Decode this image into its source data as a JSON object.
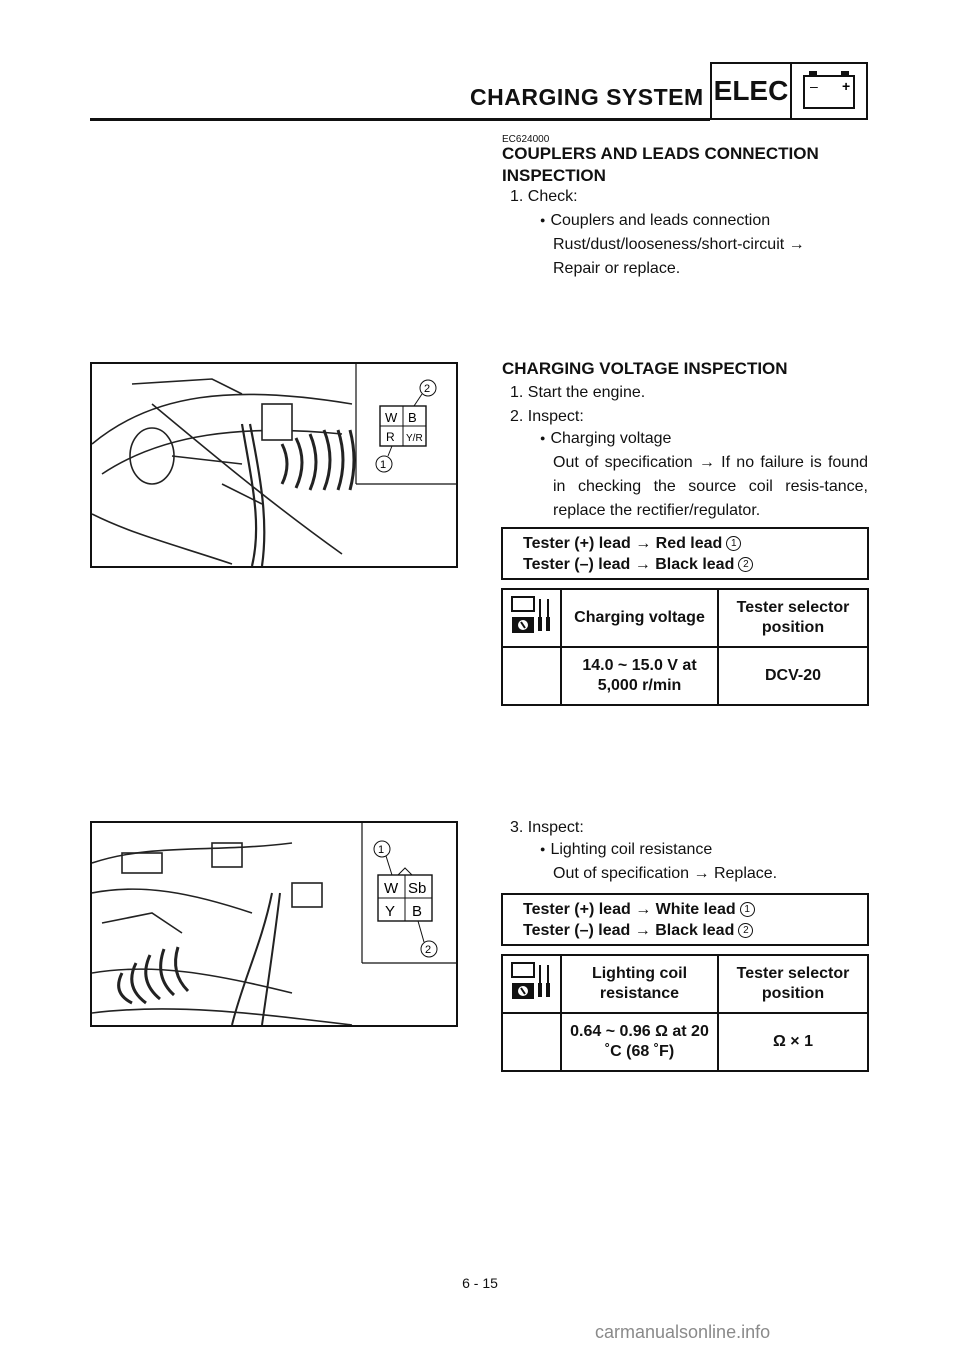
{
  "header": {
    "title": "CHARGING SYSTEM",
    "section_tag": "ELEC",
    "battery_minus": "–",
    "battery_plus": "+"
  },
  "section1": {
    "code": "EC624000",
    "heading_line1": "COUPLERS AND LEADS CONNECTION",
    "heading_line2": "INSPECTION",
    "step1": "1.  Check:",
    "bullet": "Couplers and leads connection",
    "line2": "Rust/dust/looseness/short-circuit →",
    "line3": "Repair or replace."
  },
  "section2": {
    "heading": "CHARGING VOLTAGE INSPECTION",
    "step1": "1.  Start the engine.",
    "step2": "2.  Inspect:",
    "bullet": "Charging voltage",
    "desc": "Out of specification → If no failure is found in checking the source coil resis-tance, replace the rectifier/regulator.",
    "lead1": "Tester (+) lead → Red lead",
    "lead2": "Tester (–) lead → Black lead",
    "col1_header": "Charging voltage",
    "col2_header": "Tester selector position",
    "col1_value": "14.0 ~ 15.0 V at 5,000 r/min",
    "col2_value": "DCV-20"
  },
  "section3": {
    "step3": "3.  Inspect:",
    "bullet": "Lighting coil resistance",
    "desc": "Out of specification → Replace.",
    "lead1": "Tester (+) lead → White lead",
    "lead2": "Tester (–) lead → Black lead",
    "col1_header": "Lighting coil resistance",
    "col2_header": "Tester selector position",
    "col1_value": "0.64 ~ 0.96 Ω at 20 ˚C (68 ˚F)",
    "col2_value": "Ω × 1"
  },
  "callouts": {
    "one": "1",
    "two": "2"
  },
  "figure1": {
    "pins": [
      "W",
      "B",
      "R",
      "Y/R"
    ],
    "callout_1": "1",
    "callout_2": "2"
  },
  "figure2": {
    "pins": [
      "W",
      "Sb",
      "Y",
      "B"
    ],
    "callout_1": "1",
    "callout_2": "2"
  },
  "footer": {
    "page": "6 - 15",
    "watermark": "carmanualsonline.info"
  }
}
